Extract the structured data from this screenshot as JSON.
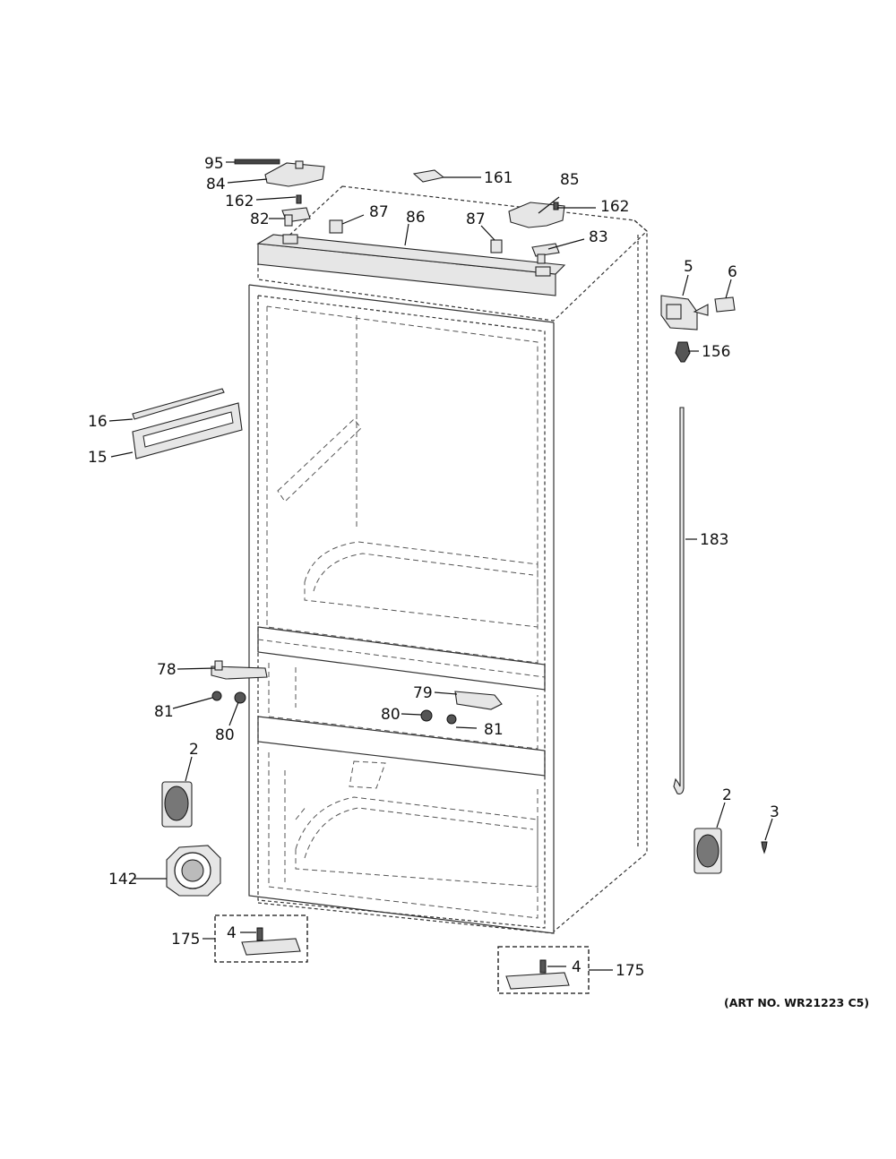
{
  "art_number": "(ART NO. WR21223 C5)",
  "callouts": [
    {
      "id": "c95",
      "text": "95"
    },
    {
      "id": "c84",
      "text": "84"
    },
    {
      "id": "c162a",
      "text": "162"
    },
    {
      "id": "c82",
      "text": "82"
    },
    {
      "id": "c87a",
      "text": "87"
    },
    {
      "id": "c86",
      "text": "86"
    },
    {
      "id": "c161",
      "text": "161"
    },
    {
      "id": "c87b",
      "text": "87"
    },
    {
      "id": "c85",
      "text": "85"
    },
    {
      "id": "c162b",
      "text": "162"
    },
    {
      "id": "c83",
      "text": "83"
    },
    {
      "id": "c5",
      "text": "5"
    },
    {
      "id": "c6",
      "text": "6"
    },
    {
      "id": "c156",
      "text": "156"
    },
    {
      "id": "c16",
      "text": "16"
    },
    {
      "id": "c15",
      "text": "15"
    },
    {
      "id": "c183",
      "text": "183"
    },
    {
      "id": "c78",
      "text": "78"
    },
    {
      "id": "c79",
      "text": "79"
    },
    {
      "id": "c81a",
      "text": "81"
    },
    {
      "id": "c80a",
      "text": "80"
    },
    {
      "id": "c80b",
      "text": "80"
    },
    {
      "id": "c81b",
      "text": "81"
    },
    {
      "id": "c2a",
      "text": "2"
    },
    {
      "id": "c2b",
      "text": "2"
    },
    {
      "id": "c3",
      "text": "3"
    },
    {
      "id": "c142",
      "text": "142"
    },
    {
      "id": "c175a",
      "text": "175"
    },
    {
      "id": "c4a",
      "text": "4"
    },
    {
      "id": "c4b",
      "text": "4"
    },
    {
      "id": "c175b",
      "text": "175"
    }
  ]
}
